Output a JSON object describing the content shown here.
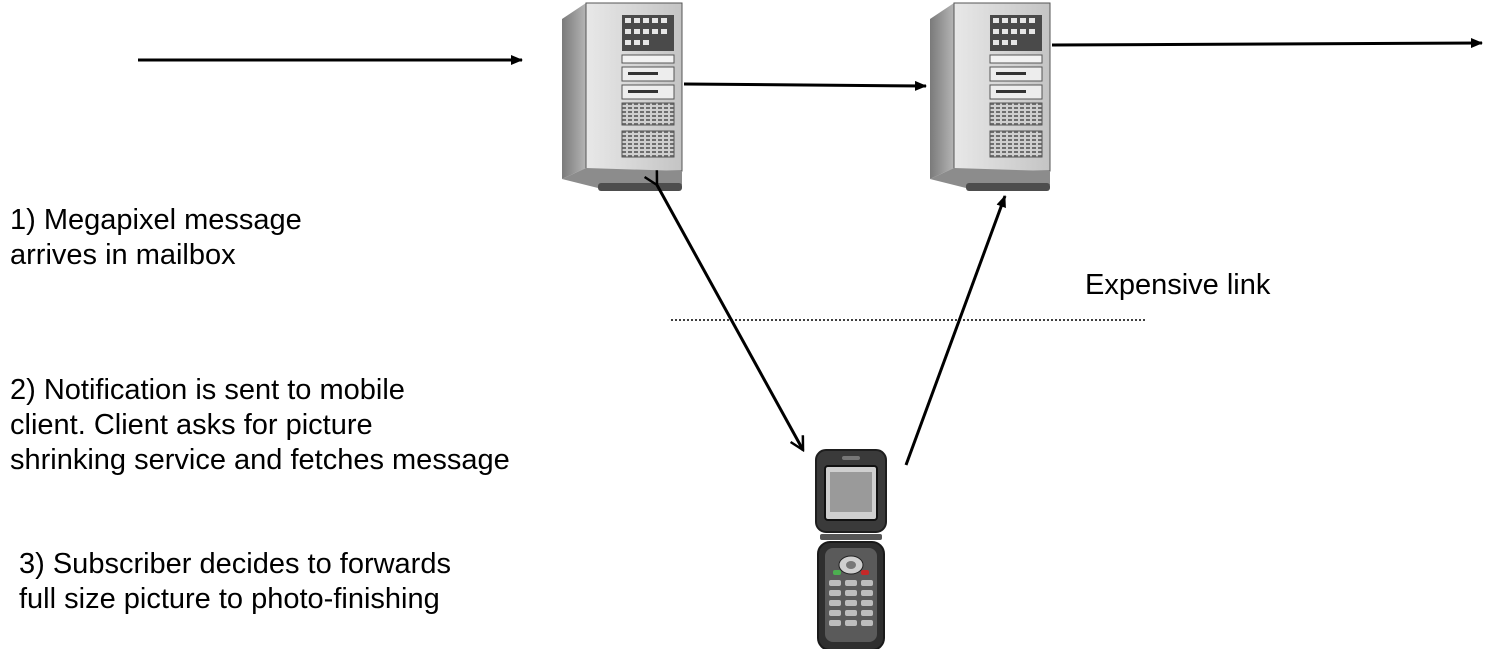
{
  "annotations": {
    "step1": {
      "lines": [
        "1) Megapixel message",
        "arrives in mailbox"
      ]
    },
    "step2": {
      "lines": [
        "2) Notification is sent to mobile",
        "client.  Client asks for picture",
        "shrinking service and fetches message"
      ]
    },
    "step3": {
      "lines": [
        "3) Subscriber decides to forwards",
        "full size picture to photo-finishing"
      ]
    },
    "link_label": "Expensive link"
  },
  "nodes": {
    "server_1": {
      "icon": "server-tower-icon"
    },
    "server_2": {
      "icon": "server-tower-icon"
    },
    "mobile": {
      "icon": "flip-phone-icon"
    }
  },
  "colors": {
    "line": "#000000",
    "server_body": "#d9d9d9",
    "server_shadow": "#8c8c8c",
    "phone_body": "#3a3a3a"
  }
}
